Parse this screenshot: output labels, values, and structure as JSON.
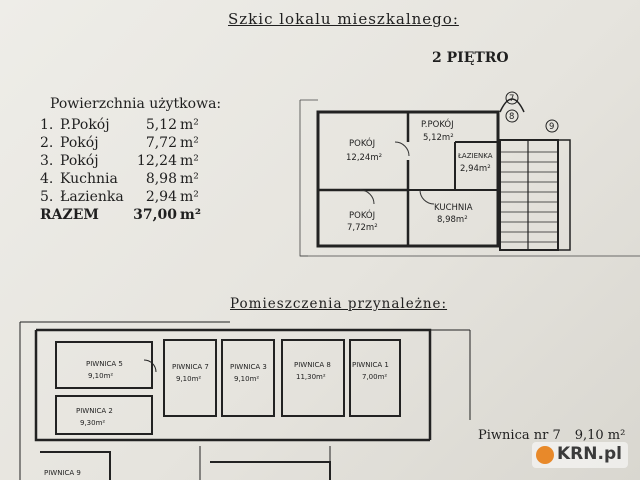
{
  "header": {
    "title": "Szkic lokalu mieszkalnego:",
    "floor": "2 PIĘTRO"
  },
  "area_table": {
    "title": "Powierzchnia użytkowa:",
    "rows": [
      {
        "num": "1.",
        "name": "P.Pokój",
        "value": "5,12",
        "unit": "m²"
      },
      {
        "num": "2.",
        "name": "Pokój",
        "value": "7,72",
        "unit": "m²"
      },
      {
        "num": "3.",
        "name": "Pokój",
        "value": "12,24",
        "unit": "m²"
      },
      {
        "num": "4.",
        "name": "Kuchnia",
        "value": "8,98",
        "unit": "m²"
      },
      {
        "num": "5.",
        "name": "Łazienka",
        "value": "2,94",
        "unit": "m²"
      }
    ],
    "total": {
      "name": "RAZEM",
      "value": "37,00",
      "unit": "m²"
    }
  },
  "apartment_plan": {
    "rooms": [
      {
        "name": "POKÓJ",
        "area": "12,24m²"
      },
      {
        "name": "P.POKÓJ",
        "area": "5,12m²"
      },
      {
        "name": "ŁAZIENKA",
        "area": "2,94m²"
      },
      {
        "name": "POKÓJ",
        "area": "7,72m²"
      },
      {
        "name": "KUCHNIA",
        "area": "8,98m²"
      }
    ],
    "markers": [
      "7",
      "8",
      "9"
    ]
  },
  "annex": {
    "title": "Pomieszczenia przynależne:",
    "cellars": [
      {
        "name": "PIWNICA 5",
        "area": "9,10m²"
      },
      {
        "name": "PIWNICA 7",
        "area": "9,10m²"
      },
      {
        "name": "PIWNICA 3",
        "area": "9,10m²"
      },
      {
        "name": "PIWNICA 8",
        "area": "11,30m²"
      },
      {
        "name": "PIWNICA 1",
        "area": "7,00m²"
      },
      {
        "name": "PIWNICA 2",
        "area": "9,30m²"
      },
      {
        "name": "PIWNICA 9",
        "area": ""
      }
    ],
    "note_label": "Piwnica nr 7",
    "note_value": "9,10 m²"
  },
  "watermark": "KRN.pl",
  "colors": {
    "ink": "#1f1f1f",
    "paper": "#e8e6e0",
    "watermark_accent": "#e8892a"
  }
}
